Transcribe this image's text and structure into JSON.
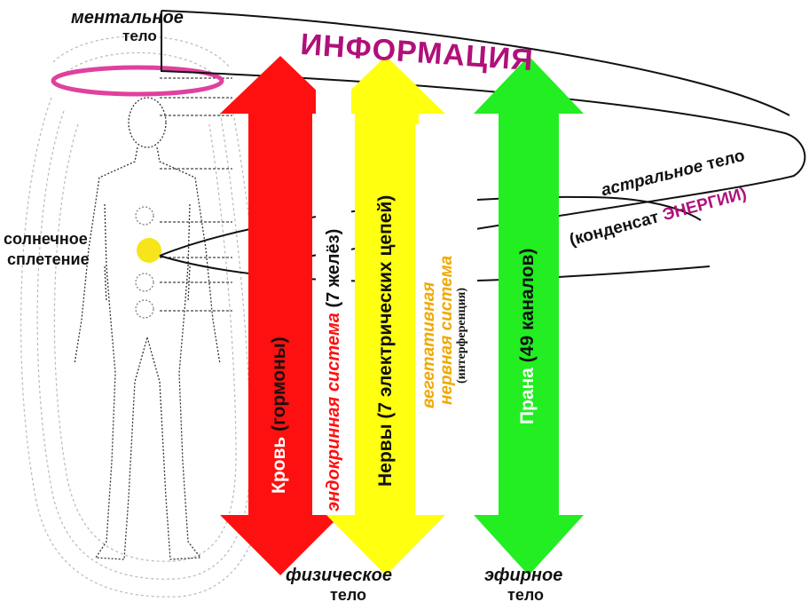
{
  "labels": {
    "mental_1": "ментальное",
    "mental_2": "тело",
    "information": "ИНФОРМАЦИЯ",
    "solar_1": "солнечное",
    "solar_2": "сплетение",
    "astral_1": "астральное",
    "astral_2": "тело",
    "astral_cond_1": "(конденсат",
    "astral_cond_2": "ЭНЕРГИИ)",
    "physical_1": "физическое",
    "physical_2": "тело",
    "etheric_1": "эфирное",
    "etheric_2": "тело"
  },
  "arrows": {
    "red": {
      "word": "Кровь",
      "note": "(гормоны)"
    },
    "red_side": {
      "word": "эндокринная система",
      "note": "(7 желёз)"
    },
    "yellow": {
      "word": "Нервы",
      "note": "(7 электрических цепей)"
    },
    "yellow_side_1": "вегетативная",
    "yellow_side_2": "нервная система",
    "yellow_side_3": "(интерференция)",
    "green": {
      "word": "Прана",
      "note": "(49 каналов)"
    }
  },
  "colors": {
    "red": "#ff1010",
    "yellow": "#ffff10",
    "green": "#22ee22",
    "magenta": "#b0107a",
    "halo": "#e0409e",
    "orange": "#f0a800",
    "solar": "#f5e51a"
  }
}
